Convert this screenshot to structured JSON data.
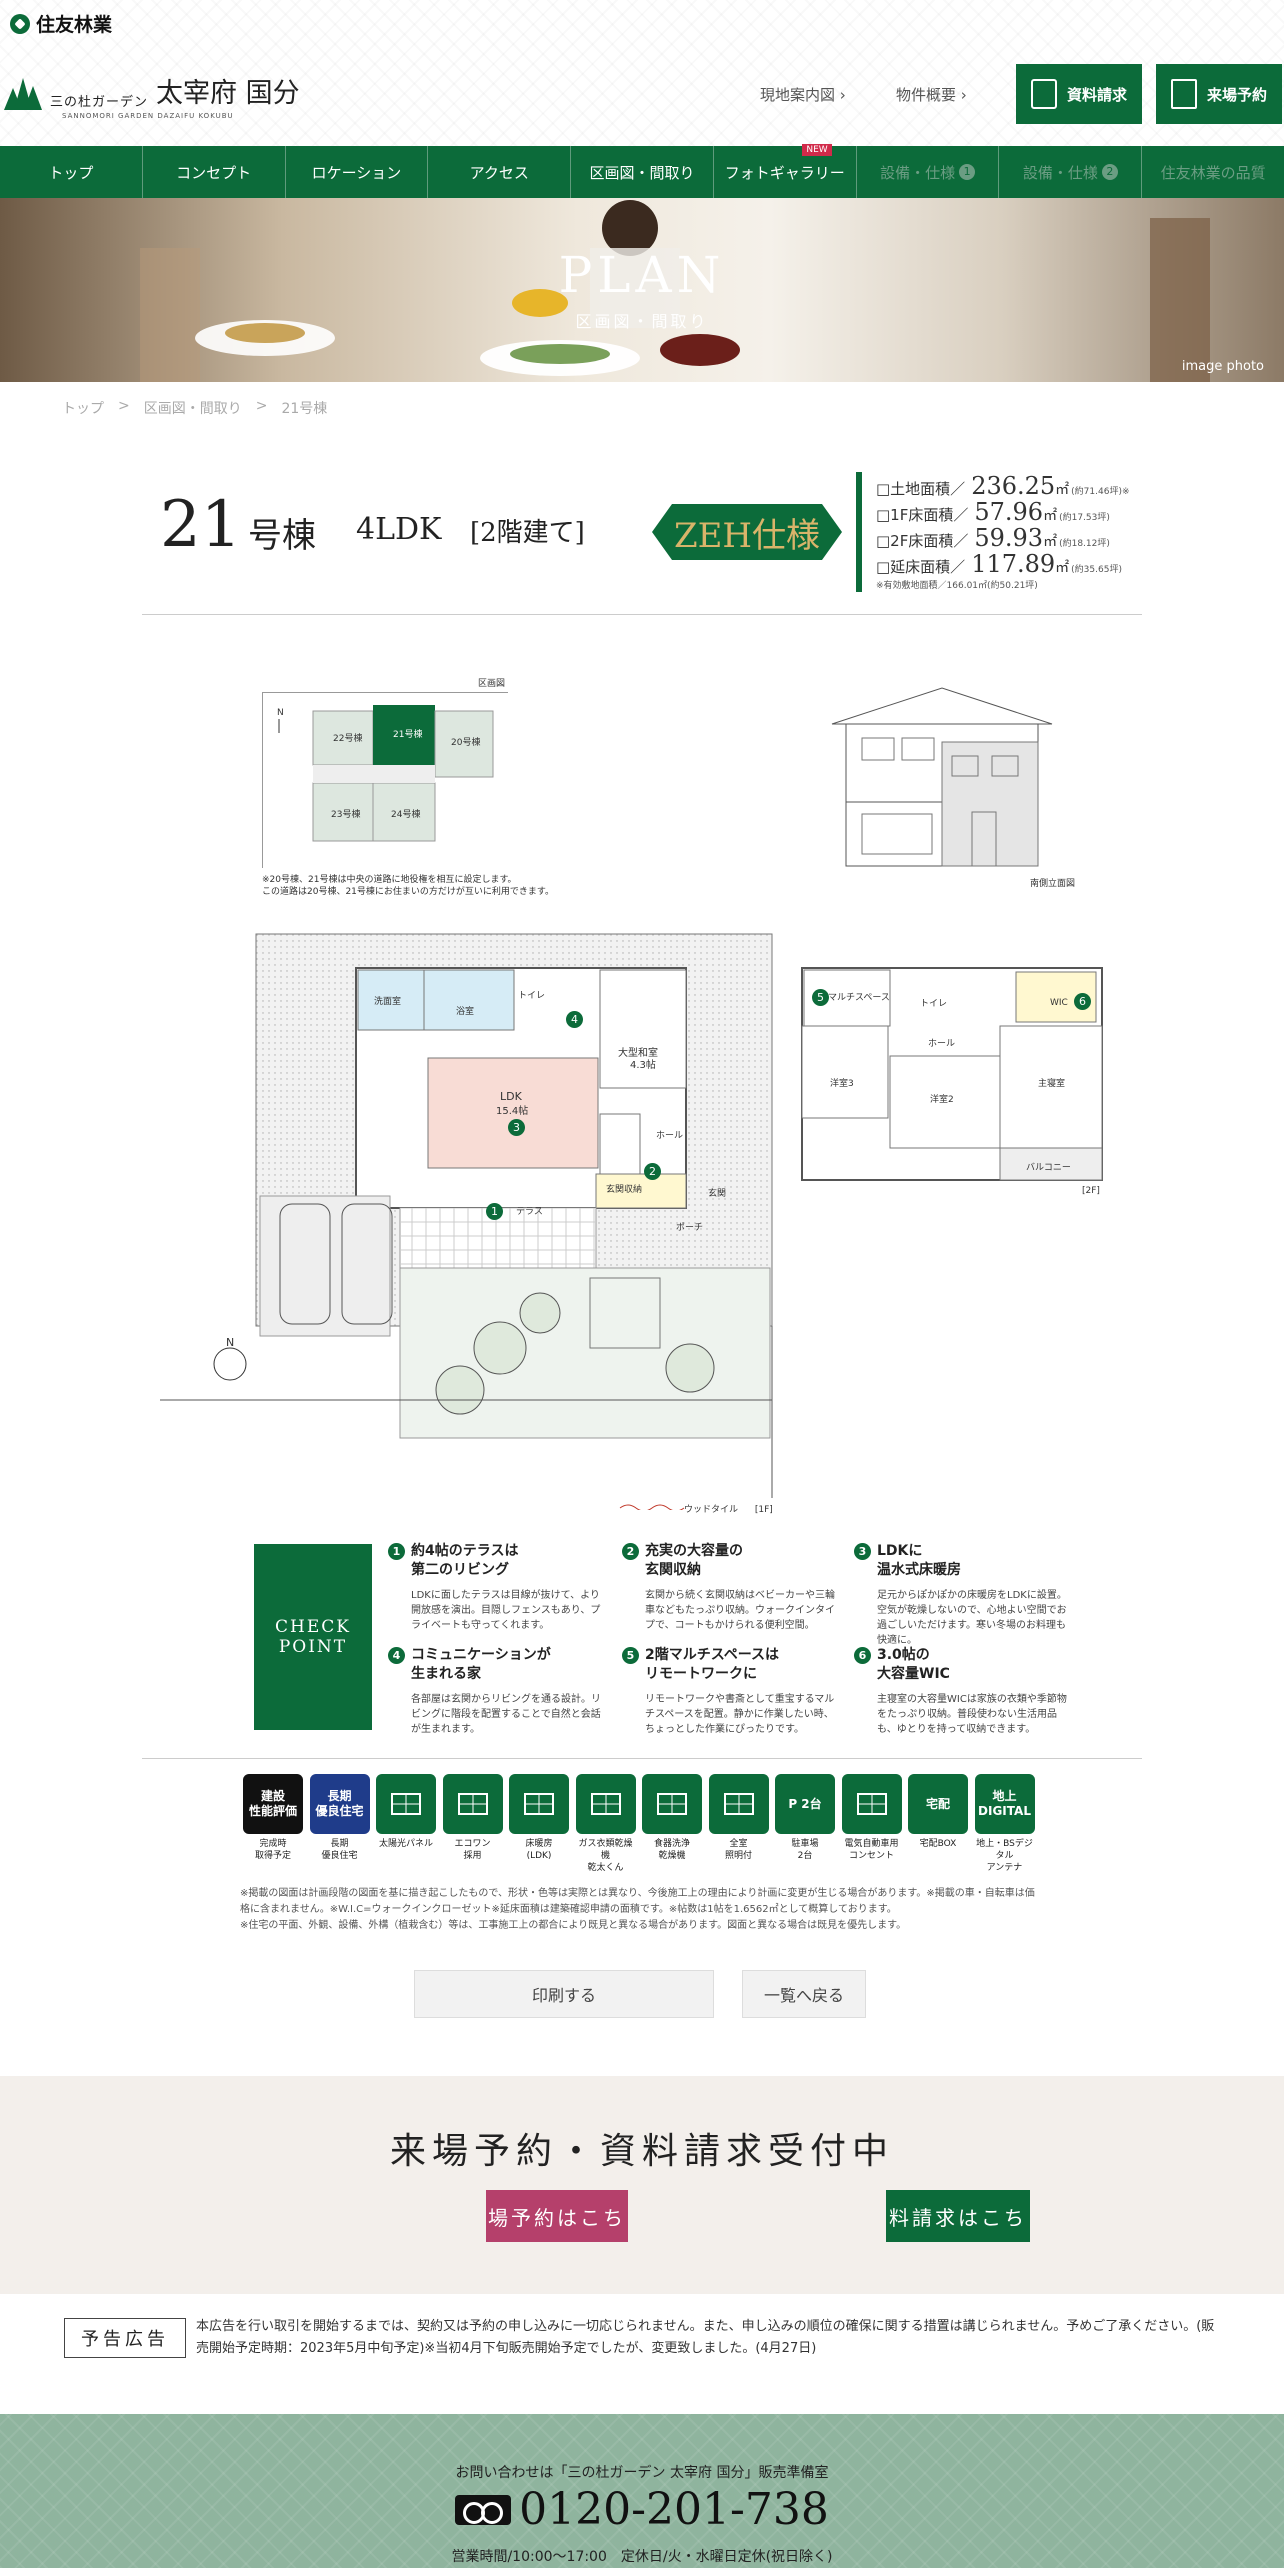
{
  "header": {
    "corp_name": "住友林業",
    "logo_sub": "三の杜ガーデン",
    "logo_main": "太宰府 国分",
    "logo_en": "SANNOMORI GARDEN DAZAIFU KOKUBU",
    "links": [
      "現地案内図",
      "物件概要"
    ],
    "btn_request": "資料請求",
    "btn_visit": "来場予約"
  },
  "nav": [
    {
      "label": "トップ"
    },
    {
      "label": "コンセプト"
    },
    {
      "label": "ロケーション"
    },
    {
      "label": "アクセス"
    },
    {
      "label": "区画図・間取り"
    },
    {
      "label": "フォトギャラリー",
      "badge": "NEW"
    },
    {
      "label": "設備・仕様",
      "num": "1"
    },
    {
      "label": "設備・仕様",
      "num": "2"
    },
    {
      "label": "住友林業の品質"
    }
  ],
  "hero": {
    "title": "PLAN",
    "subtitle": "区画図・間取り",
    "caption": "image photo"
  },
  "breadcrumb": [
    "トップ",
    "区画図・間取り",
    "21号棟"
  ],
  "breadcrumb_sep": ">",
  "title": {
    "num": "21",
    "suffix": "号棟",
    "ldk": "4LDK",
    "floors": "[2階建て]",
    "zeh": "ZEH仕様"
  },
  "areas": [
    {
      "label": "□土地面積／",
      "value": "236.25",
      "unit": "㎡",
      "tsubo": "(約71.46坪)※"
    },
    {
      "label": "□1F床面積／",
      "value": "57.96",
      "unit": "㎡",
      "tsubo": "(約17.53坪)"
    },
    {
      "label": "□2F床面積／",
      "value": "59.93",
      "unit": "㎡",
      "tsubo": "(約18.12坪)"
    },
    {
      "label": "□延床面積／",
      "value": "117.89",
      "unit": "㎡",
      "tsubo": "(約35.65坪)"
    }
  ],
  "area_note": "※有効敷地面積／166.01㎡(約50.21坪)",
  "site": {
    "caption": "区画図",
    "lots": [
      "22号棟",
      "21号棟",
      "20号棟",
      "23号棟",
      "24号棟"
    ],
    "note1": "※20号棟、21号棟は中央の道路に地役権を相互に設定します。",
    "note2": "この道路は20号棟、21号棟にお住まいの方だけが互いに利用できます。"
  },
  "elevation_caption": "南側立面図",
  "floor1": {
    "rooms": [
      "洗面室",
      "浴室",
      "トイレ",
      "大型和室",
      "LDK",
      "ホール",
      "玄関",
      "テラス",
      "ポーチ",
      "玄関収納"
    ],
    "ldk_size": "15.4帖",
    "washitsu_size": "4.3帖",
    "legend": "ウッドタイル",
    "floor_label": "[1F]",
    "markers": [
      "1",
      "2",
      "3",
      "4"
    ]
  },
  "floor2": {
    "rooms": [
      "マルチスペース",
      "洋室3",
      "洋室2",
      "主寝室",
      "WIC",
      "ホール",
      "バルコニー",
      "トイレ"
    ],
    "floor_label": "[2F]",
    "markers": [
      "5",
      "6"
    ]
  },
  "checkpoint": {
    "label_line1": "CHECK",
    "label_line2": "POINT",
    "items": [
      {
        "num": "1",
        "title1": "約4帖のテラスは",
        "title2": "第二のリビング",
        "body": "LDKに面したテラスは目線が抜けて、より開放感を演出。目隠しフェンスもあり、プライベートも守ってくれます。"
      },
      {
        "num": "2",
        "title1": "充実の大容量の",
        "title2": "玄関収納",
        "body": "玄関から続く玄関収納はベビーカーや三輪車などもたっぷり収納。ウォークインタイプで、コートもかけられる便利空間。"
      },
      {
        "num": "3",
        "title1": "LDKに",
        "title2": "温水式床暖房",
        "body": "足元からぽかぽかの床暖房をLDKに設置。空気が乾燥しないので、心地よい空間でお過ごしいただけます。寒い冬場のお料理も快適に。"
      },
      {
        "num": "4",
        "title1": "コミュニケーションが",
        "title2": "生まれる家",
        "body": "各部屋は玄関からリビングを通る設計。リビングに階段を配置することで自然と会話が生まれます。"
      },
      {
        "num": "5",
        "title1": "2階マルチスペースは",
        "title2": "リモートワークに",
        "body": "リモートワークや書斎として重宝するマルチスペースを配置。静かに作業したい時、ちょっとした作業にぴったりです。"
      },
      {
        "num": "6",
        "title1": "3.0帖の",
        "title2": "大容量WIC",
        "body": "主寝室の大容量WICは家族の衣類や季節物をたっぷり収納。普段使わない生活用品も、ゆとりを持って収納できます。"
      }
    ]
  },
  "features": [
    {
      "icon": "建設\n性能評価",
      "label": "完成時\n取得予定",
      "color": "black"
    },
    {
      "icon": "長期\n優良住宅",
      "label": "長期\n優良住宅",
      "color": "blue"
    },
    {
      "icon": "solar-panel-icon",
      "label": "太陽光パネル",
      "color": "green"
    },
    {
      "icon": "ecocute-icon",
      "label": "エコワン\n採用",
      "color": "green"
    },
    {
      "icon": "floor-heating-icon",
      "label": "床暖房\n(LDK)",
      "color": "green"
    },
    {
      "icon": "gas-dryer-icon",
      "label": "ガス衣類乾燥機\n乾太くん",
      "color": "green"
    },
    {
      "icon": "dishwasher-icon",
      "label": "食器洗浄\n乾燥機",
      "color": "green"
    },
    {
      "icon": "light-icon",
      "label": "全室\n照明付",
      "color": "green"
    },
    {
      "icon": "P 2台",
      "label": "駐車場\n2台",
      "color": "green"
    },
    {
      "icon": "ev-outlet-icon",
      "label": "電気自動車用\nコンセント",
      "color": "green"
    },
    {
      "icon": "宅配",
      "label": "宅配BOX",
      "color": "green"
    },
    {
      "icon": "地上\nDIGITAL",
      "label": "地上・BSデジタル\nアンテナ",
      "color": "green"
    }
  ],
  "notes": [
    "※掲載の図面は計画段階の図面を基に描き起こしたもので、形状・色等は実際とは異なり、今後施工上の理由により計画に変更が生じる場合があります。※掲載の車・自転車は価格に含まれません。※W.I.C=ウォークインクローゼット※延床面積は建築確認申請の面積です。※帖数は1帖を1.6562㎡として概算しております。",
    "※住宅の平面、外観、設備、外構（植栽含む）等は、工事施工上の都合により既見と異なる場合があります。図面と異なる場合は既見を優先します。"
  ],
  "buttons": {
    "print": "印刷する",
    "back": "一覧へ戻る"
  },
  "reserve": {
    "title": "来場予約・資料請求受付中",
    "visit_btn": "場予約はこち",
    "request_btn": "料請求はこち"
  },
  "notice": {
    "label": "予告広告",
    "text": "本広告を行い取引を開始するまでは、契約又は予約の申し込みに一切応じられません。また、申し込みの順位の確保に関する措置は講じられません。予めご了承ください。(販売開始予定時期：2023年5月中旬予定)※当初4月下旬販売開始予定でしたが、変更致しました。(4月27日)"
  },
  "footer": {
    "inquiry": "お問い合わせは「三の杜ガーデン 太宰府 国分」販売準備室",
    "tel": "0120-201-738",
    "hours": "営業時間/10:00〜17:00　定休日/火・水曜日定休(祝日除く)"
  },
  "colors": {
    "brand_green": "#0c6b3a",
    "accent_pink": "#b5406b",
    "footer_green": "#8fb49e",
    "zeh_gold": "#d9b46a"
  }
}
